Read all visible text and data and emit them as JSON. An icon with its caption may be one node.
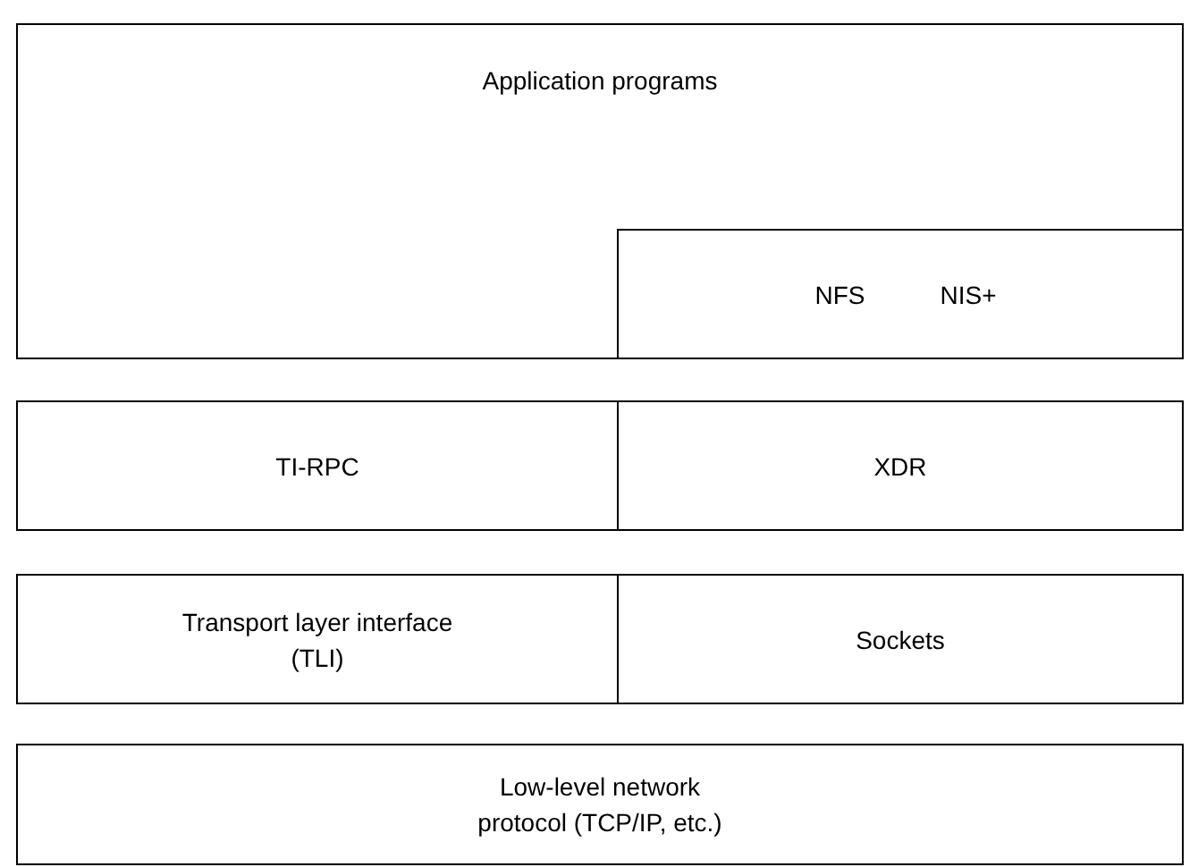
{
  "diagram": {
    "nodes": [
      {
        "text": [
          "Application programs"
        ]
      },
      {
        "text": [
          "NFS",
          "NIS+"
        ],
        "in": 0
      },
      {
        "text": [
          "TI-RPC"
        ]
      },
      {
        "text": [
          "XDR"
        ]
      },
      {
        "text": [
          "Transport layer interface (TLI)"
        ]
      },
      {
        "text": [
          "Sockets"
        ]
      },
      {
        "text": [
          "Low-level network protocol (TCP/IP, etc.)"
        ]
      }
    ]
  }
}
